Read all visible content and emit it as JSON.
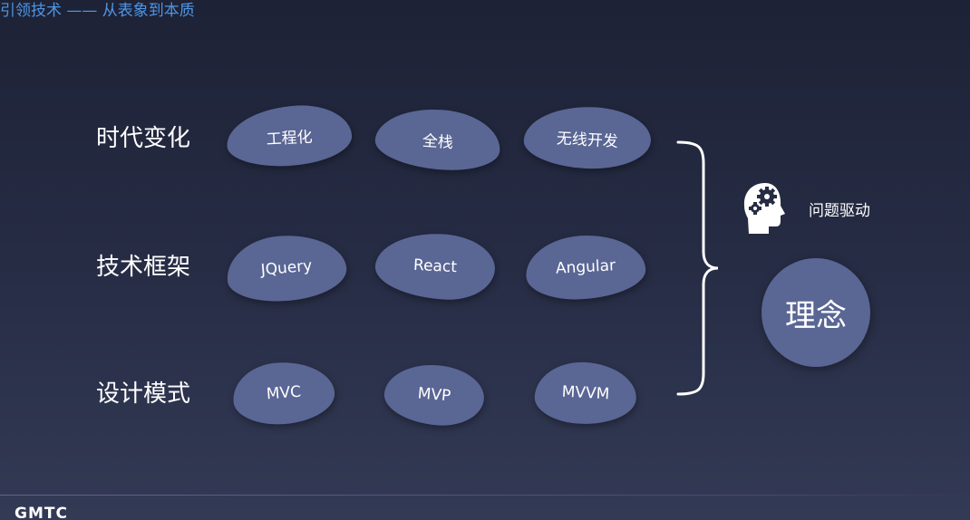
{
  "slide": {
    "title": "引领技术 —— 从表象到本质",
    "footer_logo": "GMTC"
  },
  "rows": [
    {
      "label": "时代变化",
      "items": [
        "工程化",
        "全栈",
        "无线开发"
      ]
    },
    {
      "label": "技术框架",
      "items": [
        "JQuery",
        "React",
        "Angular"
      ]
    },
    {
      "label": "设计模式",
      "items": [
        "MVC",
        "MVP",
        "MVVM"
      ]
    }
  ],
  "driver": {
    "icon": "head-gears-icon",
    "label": "问题驱动"
  },
  "concept": {
    "label": "理念"
  },
  "colors": {
    "background": "#262c44",
    "bubble": "#5a6694",
    "title": "#4f95e4",
    "text": "#ffffff"
  }
}
